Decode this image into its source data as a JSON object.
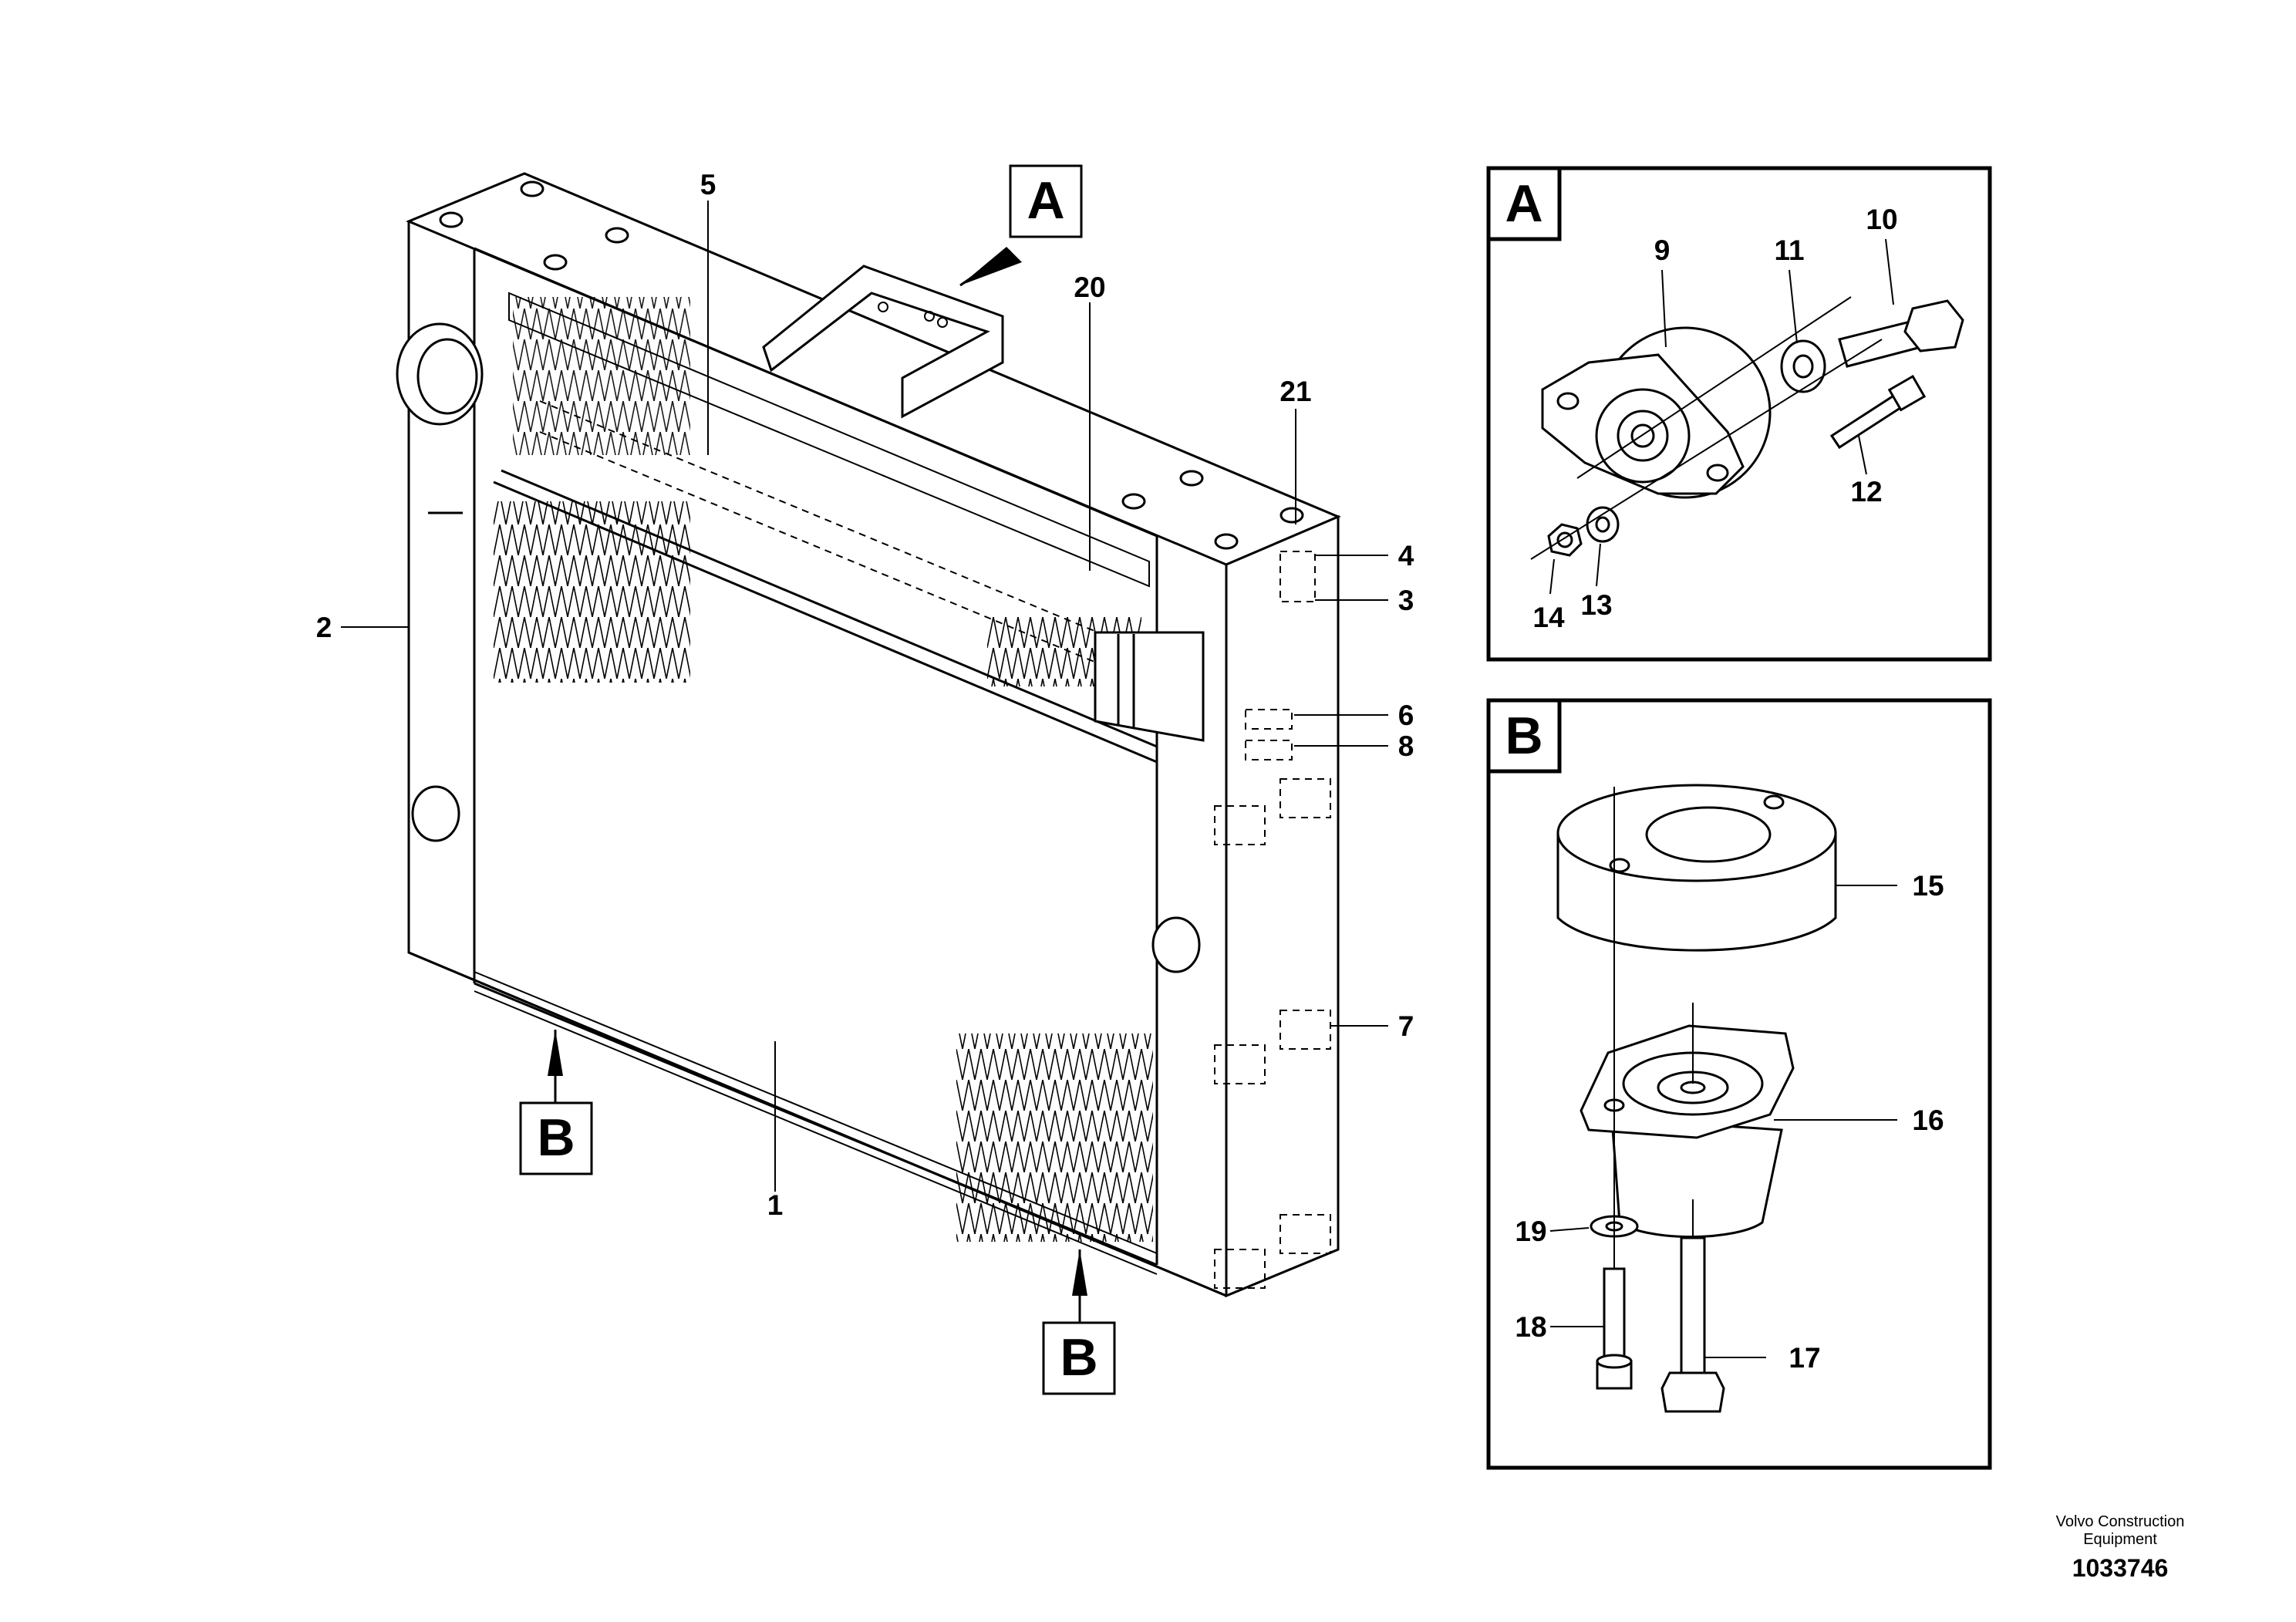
{
  "callouts": [
    "1",
    "2",
    "3",
    "4",
    "5",
    "6",
    "7",
    "8",
    "9",
    "10",
    "11",
    "12",
    "13",
    "14",
    "15",
    "16",
    "17",
    "18",
    "19",
    "20",
    "21"
  ],
  "view_labels": {
    "A": "A",
    "B": "B"
  },
  "detail_panels": {
    "a_title": "A",
    "b_title": "B"
  },
  "brand": {
    "line1": "Volvo Construction",
    "line2": "Equipment"
  },
  "document_number": "1033746"
}
